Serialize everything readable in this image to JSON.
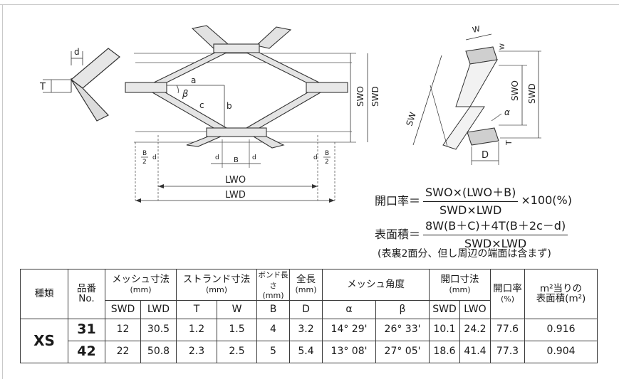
{
  "diagram": {
    "labels": {
      "d": "d",
      "T": "T",
      "a": "a",
      "beta": "β",
      "c": "c",
      "b": "b",
      "swo": "SWO",
      "swd": "SWD",
      "b_half": "B",
      "two": "2",
      "B": "B",
      "lwo": "LWO",
      "lwd": "LWD",
      "w_top": "W",
      "w_side": "W",
      "sw": "SW",
      "alpha": "α",
      "D": "D",
      "T_right": "T"
    }
  },
  "formulas": {
    "open_ratio": {
      "label": "開口率＝",
      "numerator": "SWO×(LWO＋B)",
      "denominator": "SWD×LWD",
      "suffix": "×100(%)"
    },
    "surface_area": {
      "label": "表面積＝",
      "numerator": "8W(B＋C)＋4T(B＋2c－d)",
      "denominator": "SWD×LWD"
    },
    "note": "(表裏2面分、但し周辺の端面は含まず)"
  },
  "table": {
    "headers": {
      "type": "種類",
      "item_no_1": "品番",
      "item_no_2": "No.",
      "mesh": "メッシュ寸法",
      "mesh_unit": "(mm)",
      "strand": "ストランド寸法",
      "strand_unit": "(mm)",
      "bond": "ボンド長さ",
      "bond_unit": "(mm)",
      "total": "全長",
      "total_unit": "(mm)",
      "angle": "メッシュ角度",
      "opening": "開口寸法",
      "opening_unit": "(mm)",
      "ratio": "開口率",
      "ratio_unit": "(%)",
      "area_1": "m²当りの",
      "area_2": "表面積(m²)",
      "swd": "SWD",
      "lwd": "LWD",
      "t": "T",
      "w": "W",
      "b": "B",
      "d": "D",
      "alpha": "α",
      "beta": "β",
      "swd2": "SWD",
      "lwo": "LWO"
    },
    "category": "XS",
    "rows": [
      {
        "no": "31",
        "swd": "12",
        "lwd": "30.5",
        "t": "1.2",
        "w": "1.5",
        "b": "4",
        "d": "3.2",
        "alpha": "14° 29'",
        "beta": "26° 33'",
        "swd2": "10.1",
        "lwo": "24.2",
        "ratio": "77.6",
        "area": "0.916"
      },
      {
        "no": "42",
        "swd": "22",
        "lwd": "50.8",
        "t": "2.3",
        "w": "2.5",
        "b": "5",
        "d": "5.4",
        "alpha": "13° 08'",
        "beta": "27° 05'",
        "swd2": "18.6",
        "lwo": "41.4",
        "ratio": "77.3",
        "area": "0.904"
      }
    ]
  }
}
